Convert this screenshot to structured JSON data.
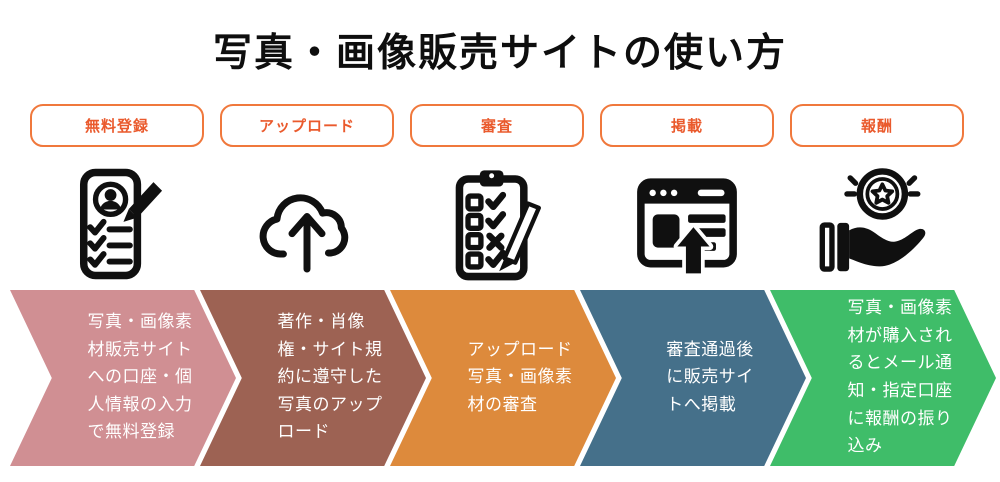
{
  "title": "写真・画像販売サイトの使い方",
  "colors": {
    "pill_border": "#f0783c",
    "pill_text": "#ea5a2d",
    "icon": "#101010",
    "chevron_text": "#ffffff",
    "step1": "#d08f93",
    "step2": "#9d6253",
    "step3": "#dd8a3c",
    "step4": "#45708a",
    "step5": "#3fbd69"
  },
  "steps": [
    {
      "label": "無料登録",
      "icon": "registration-form-icon",
      "color": "#d08f93",
      "description": "写真・画像素\n材販売サイト\nへの口座・個\n人情報の入力\nで無料登録"
    },
    {
      "label": "アップロード",
      "icon": "cloud-upload-icon",
      "color": "#9d6253",
      "description": "著作・肖像\n権・サイト規\n約に遵守した\n写真のアップ\nロード"
    },
    {
      "label": "審査",
      "icon": "checklist-clipboard-icon",
      "color": "#dd8a3c",
      "description": "アップロード\n写真・画像素\n材の審査"
    },
    {
      "label": "掲載",
      "icon": "website-publish-icon",
      "color": "#45708a",
      "description": "審査通過後\nに販売サイ\nトへ掲載"
    },
    {
      "label": "報酬",
      "icon": "hand-coin-reward-icon",
      "color": "#3fbd69",
      "description": "写真・画像素\n材が購入され\nるとメール通\n知・指定口座\nに報酬の振り\n込み"
    }
  ]
}
